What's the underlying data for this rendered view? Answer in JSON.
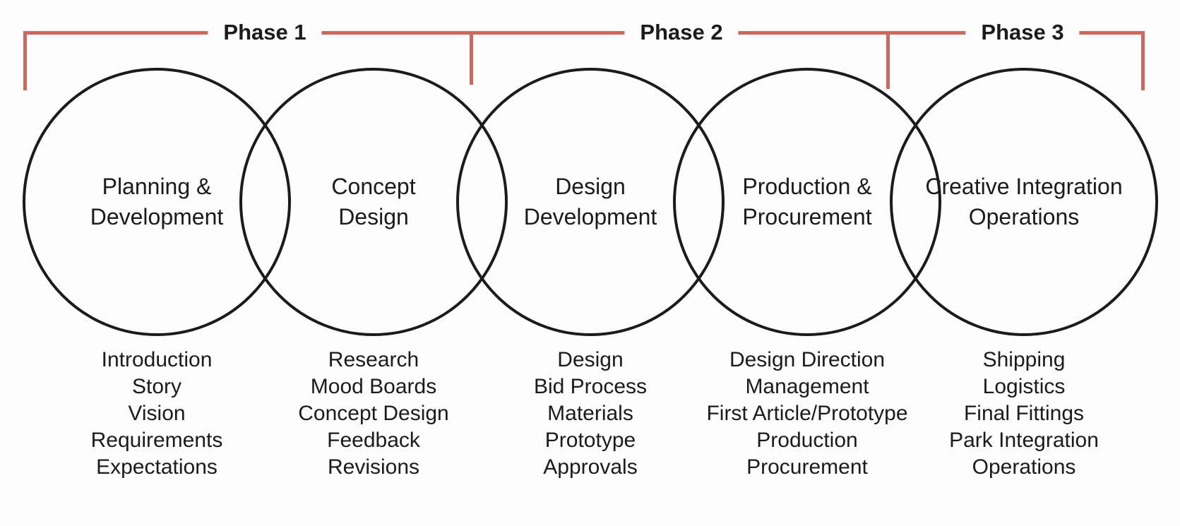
{
  "palette": {
    "bracket_red": "#c96962",
    "ink": "#1b1b1b",
    "bg": "#fdfdfd"
  },
  "phases": [
    {
      "label": "Phase 1"
    },
    {
      "label": "Phase 2"
    },
    {
      "label": "Phase 3"
    }
  ],
  "circles": [
    {
      "label": "Planning &\nDevelopment",
      "items": [
        "Introduction",
        "Story",
        "Vision",
        "Requirements",
        "Expectations"
      ]
    },
    {
      "label": "Concept\nDesign",
      "items": [
        "Research",
        "Mood Boards",
        "Concept Design",
        "Feedback",
        "Revisions"
      ]
    },
    {
      "label": "Design\nDevelopment",
      "items": [
        "Design",
        "Bid Process",
        "Materials",
        "Prototype",
        "Approvals"
      ]
    },
    {
      "label": "Production &\nProcurement",
      "items": [
        "Design Direction",
        "Management",
        "First Article/Prototype",
        "Production",
        "Procurement"
      ]
    },
    {
      "label": "Creative Integration\nOperations",
      "items": [
        "Shipping",
        "Logistics",
        "Final Fittings",
        "Park Integration",
        "Operations"
      ]
    }
  ]
}
